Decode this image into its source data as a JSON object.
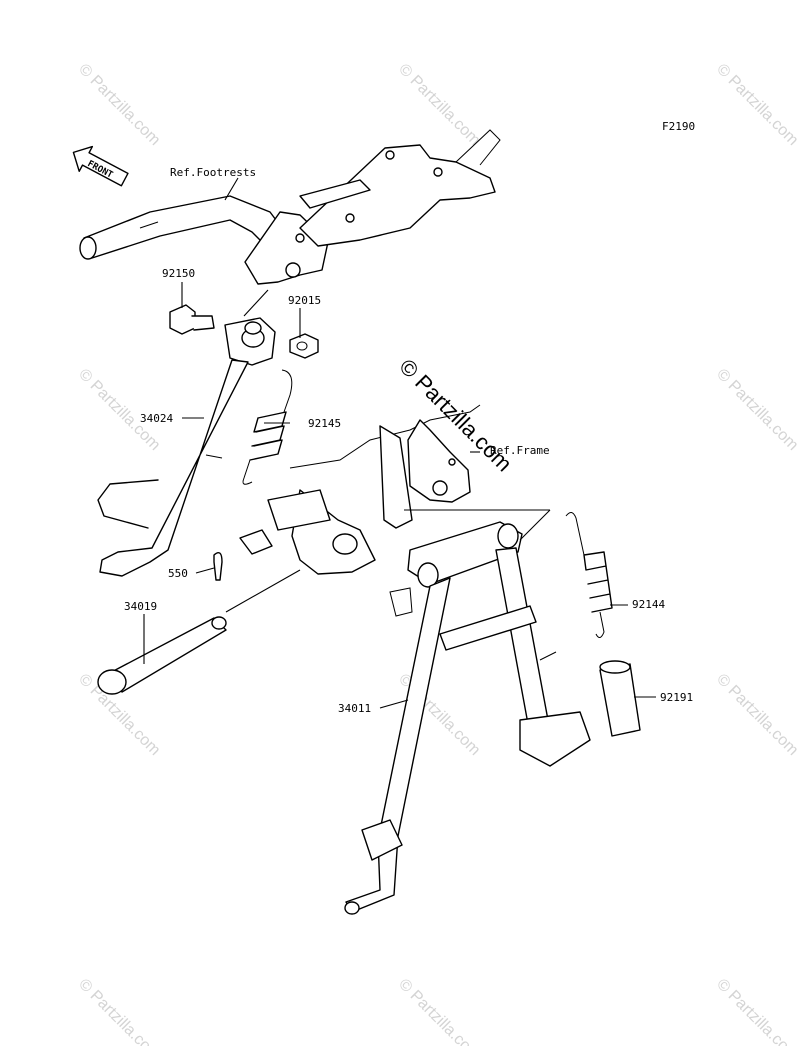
{
  "figure_code": "F2190",
  "front_label": "FRONT",
  "center_watermark": "© Partzilla.com",
  "watermark_text": "© Partzilla.com",
  "references": {
    "footrests": "Ref.Footrests",
    "frame": "Ref.Frame"
  },
  "parts": [
    {
      "number": "92150"
    },
    {
      "number": "92015"
    },
    {
      "number": "34024"
    },
    {
      "number": "92145"
    },
    {
      "number": "550"
    },
    {
      "number": "34019"
    },
    {
      "number": "34011"
    },
    {
      "number": "92144"
    },
    {
      "number": "92191"
    }
  ]
}
